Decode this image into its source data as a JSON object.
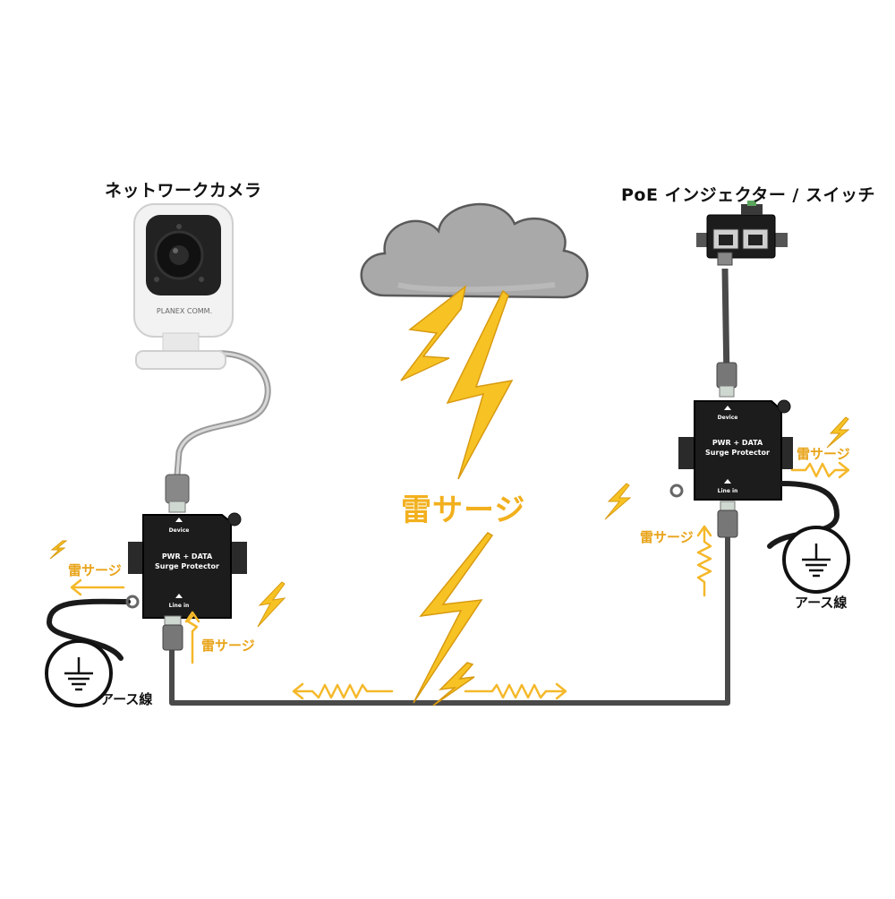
{
  "labels": {
    "camera": "ネットワークカメラ",
    "injector": "PoE インジェクター / スイッチ",
    "surge_big": "雷サージ",
    "surge_left_top": "雷サージ",
    "surge_left_bottom": "雷サージ",
    "surge_right_top": "雷サージ",
    "surge_right_left": "雷サージ",
    "earth_left": "アース線",
    "earth_right": "アース線"
  },
  "camera_brand": "PLANEX COMM.",
  "protector": {
    "line1": "PWR + DATA",
    "line2": "Surge Protector",
    "top_port": "Device",
    "bottom_port": "Line in"
  },
  "colors": {
    "lightning": "#f7c324",
    "lightning_outline": "#d89a10",
    "surge_arrow": "#f5b82a",
    "label_orange": "#e8a41a",
    "cable": "#555555",
    "cloud": "#a8a8a8",
    "device_body": "#1c1c1c"
  }
}
